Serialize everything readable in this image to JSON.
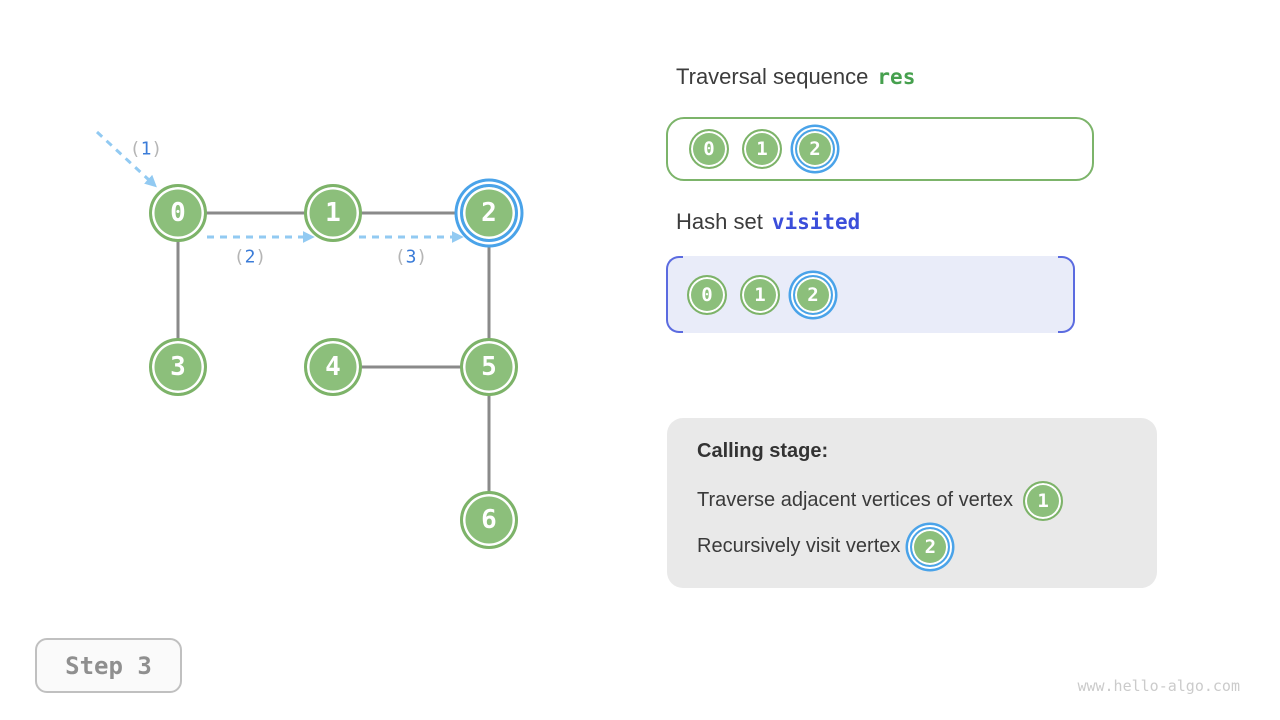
{
  "graph": {
    "node_labels": [
      "0",
      "1",
      "2",
      "3",
      "4",
      "5",
      "6"
    ],
    "highlighted_node": "2",
    "edges": [
      [
        "0",
        "1"
      ],
      [
        "1",
        "2"
      ],
      [
        "0",
        "3"
      ],
      [
        "2",
        "5"
      ],
      [
        "4",
        "5"
      ],
      [
        "5",
        "6"
      ]
    ],
    "traversal_arrows": [
      {
        "open": "(",
        "num": "1",
        "close": ")",
        "from": "outside",
        "to": "0"
      },
      {
        "open": "(",
        "num": "2",
        "close": ")",
        "from": "0",
        "to": "1"
      },
      {
        "open": "(",
        "num": "3",
        "close": ")",
        "from": "1",
        "to": "2"
      }
    ]
  },
  "res_panel": {
    "title_text": "Traversal sequence",
    "title_code": "res",
    "items": [
      "0",
      "1",
      "2"
    ],
    "highlighted_item": "2"
  },
  "visited_panel": {
    "title_text": "Hash set",
    "title_code": "visited",
    "items": [
      "0",
      "1",
      "2"
    ],
    "highlighted_item": "2"
  },
  "calling_panel": {
    "heading": "Calling stage:",
    "lines": [
      {
        "text": "Traverse adjacent vertices of vertex",
        "node": "1",
        "node_highlighted": false
      },
      {
        "text": "Recursively visit vertex",
        "node": "2",
        "node_highlighted": true
      }
    ]
  },
  "step_indicator": {
    "label": "Step 3"
  },
  "watermark": "www.hello-algo.com",
  "colors": {
    "node_green": "#8CBF7B",
    "node_border_green": "#7DB369",
    "highlight_blue": "#4AA3E9",
    "arrow_blue": "#92CAF2",
    "order_number_blue": "#3B7CD8",
    "edge_gray": "#8A8A8A",
    "res_code_green": "#46A04E",
    "visited_code_blue": "#3B4EDA",
    "visited_box_bg": "#E9ECF9",
    "calling_box_bg": "#E9E9E9"
  }
}
